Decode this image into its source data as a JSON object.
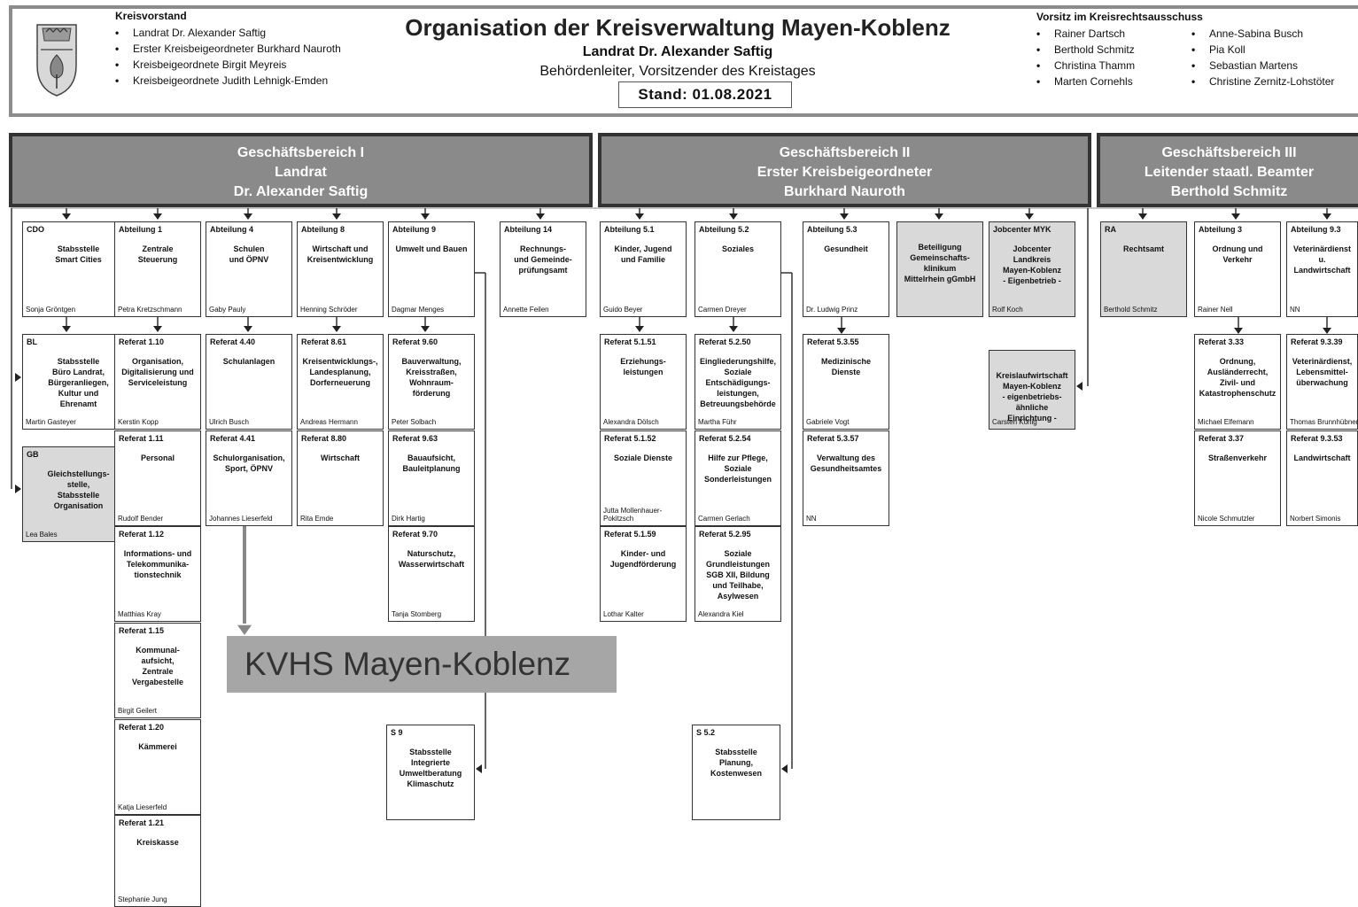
{
  "header": {
    "kreisvorstand_title": "Kreisvorstand",
    "kreisvorstand": [
      "Landrat Dr. Alexander Saftig",
      "Erster Kreisbeigeordneter Burkhard Nauroth",
      "Kreisbeigeordnete Birgit Meyreis",
      "Kreisbeigeordnete Judith Lehnigk-Emden"
    ],
    "title": "Organisation der Kreisverwaltung Mayen-Koblenz",
    "subtitle": "Landrat Dr. Alexander Saftig",
    "subtitle2": "Behördenleiter, Vorsitzender des Kreistages",
    "stand": "Stand: 01.08.2021",
    "vorsitz_title": "Vorsitz im Kreisrechtsausschuss",
    "vorsitz_col1": [
      "Rainer Dartsch",
      "Berthold Schmitz",
      "Christina Thamm",
      "Marten Cornehls"
    ],
    "vorsitz_col2": [
      "Anne-Sabina Busch",
      "Pia Koll",
      "Sebastian Martens",
      "Christine Zernitz-Lohstöter"
    ]
  },
  "kvhs": "KVHS Mayen-Koblenz",
  "gb": [
    {
      "l1": "Geschäftsbereich I",
      "l2": "Landrat",
      "l3": "Dr. Alexander Saftig"
    },
    {
      "l1": "Geschäftsbereich II",
      "l2": "Erster Kreisbeigeordneter",
      "l3": "Burkhard Nauroth"
    },
    {
      "l1": "Geschäftsbereich III",
      "l2": "Leitender staatl. Beamter",
      "l3": "Berthold Schmitz"
    }
  ],
  "boxes": [
    {
      "code": "CDO",
      "name": "Stabsstelle\nSmart Cities",
      "person": "Sonja Gröntgen"
    },
    {
      "code": "BL",
      "name": "Stabsstelle\nBüro Landrat,\nBürgeranliegen,\nKultur und\nEhrenamt",
      "person": "Martin Gasteyer"
    },
    {
      "code": "GB",
      "name": "Gleichstellungs-\nstelle,\nStabsstelle\nOrganisation",
      "person": "Lea Bales"
    },
    {
      "code": "Abteilung 1",
      "name": "Zentrale\nSteuerung",
      "person": "Petra Kretzschmann"
    },
    {
      "code": "Referat 1.10",
      "name": "Organisation,\nDigitalisierung und\nServiceleistung",
      "person": "Kerstin Kopp"
    },
    {
      "code": "Referat 1.11",
      "name": "Personal",
      "person": "Rudolf Bender"
    },
    {
      "code": "Referat 1.12",
      "name": "Informations- und\nTelekommunika-\ntionstechnik",
      "person": "Matthias Kray"
    },
    {
      "code": "Referat 1.15",
      "name": "Kommunal-\naufsicht,\nZentrale\nVergabestelle",
      "person": "Birgit Geilert"
    },
    {
      "code": "Referat 1.20",
      "name": "Kämmerei",
      "person": "Katja Lieserfeld"
    },
    {
      "code": "Referat 1.21",
      "name": "Kreiskasse",
      "person": "Stephanie Jung"
    },
    {
      "code": "Abteilung 4",
      "name": "Schulen\nund ÖPNV",
      "person": "Gaby Pauly"
    },
    {
      "code": "Referat 4.40",
      "name": "Schulanlagen",
      "person": "Ulrich Busch"
    },
    {
      "code": "Referat 4.41",
      "name": "Schulorganisation,\nSport, ÖPNV",
      "person": "Johannes Lieserfeld"
    },
    {
      "code": "Abteilung 8",
      "name": "Wirtschaft und\nKreisentwicklung",
      "person": "Henning Schröder"
    },
    {
      "code": "Referat 8.61",
      "name": "Kreisentwicklungs-,\nLandesplanung,\nDorferneuerung",
      "person": "Andreas Hermann"
    },
    {
      "code": "Referat 8.80",
      "name": "Wirtschaft",
      "person": "Rita Emde"
    },
    {
      "code": "Abteilung 9",
      "name": "Umwelt und Bauen",
      "person": "Dagmar Menges"
    },
    {
      "code": "Referat 9.60",
      "name": "Bauverwaltung,\nKreisstraßen,\nWohnraum-\nförderung",
      "person": "Peter Solbach"
    },
    {
      "code": "Referat 9.63",
      "name": "Bauaufsicht,\nBauleitplanung",
      "person": "Dirk Hartig"
    },
    {
      "code": "Referat 9.70",
      "name": "Naturschutz,\nWasserwirtschaft",
      "person": "Tanja Stomberg"
    },
    {
      "code": "S 9",
      "name": "Stabsstelle\nIntegrierte\nUmweltberatung\nKlimaschutz",
      "person": ""
    },
    {
      "code": "Abteilung 14",
      "name": "Rechnungs-\nund Gemeinde-\nprüfungsamt",
      "person": "Annette Feilen"
    },
    {
      "code": "Abteilung 5.1",
      "name": "Kinder, Jugend\nund Familie",
      "person": "Guido Beyer"
    },
    {
      "code": "Referat 5.1.51",
      "name": "Erziehungs-\nleistungen",
      "person": "Alexandra Dölsch"
    },
    {
      "code": "Referat 5.1.52",
      "name": "Soziale Dienste",
      "person": "Jutta Mollenhauer-\nPokitzsch"
    },
    {
      "code": "Referat 5.1.59",
      "name": "Kinder- und\nJugendförderung",
      "person": "Lothar Kalter"
    },
    {
      "code": "Abteilung 5.2",
      "name": "Soziales",
      "person": "Carmen Dreyer"
    },
    {
      "code": "Referat 5.2.50",
      "name": "Eingliederungshilfe,\nSoziale\nEntschädigungs-\nleistungen,\nBetreuungsbehörde",
      "person": "Martha Führ"
    },
    {
      "code": "Referat 5.2.54",
      "name": "Hilfe zur Pflege,\nSoziale\nSonderleistungen",
      "person": "Carmen Gerlach"
    },
    {
      "code": "Referat 5.2.95",
      "name": "Soziale\nGrundleistungen\nSGB XII, Bildung\nund Teilhabe,\nAsylwesen",
      "person": "Alexandra Kiel"
    },
    {
      "code": "S 5.2",
      "name": "Stabsstelle\nPlanung,\nKostenwesen",
      "person": ""
    },
    {
      "code": "Abteilung 5.3",
      "name": "Gesundheit",
      "person": "Dr. Ludwig Prinz"
    },
    {
      "code": "Referat 5.3.55",
      "name": "Medizinische\nDienste",
      "person": "Gabriele Vogt"
    },
    {
      "code": "Referat 5.3.57",
      "name": "Verwaltung des\nGesundheitsamtes",
      "person": "NN"
    },
    {
      "code": "",
      "name": "Beteiligung\nGemeinschafts-\nklinikum\nMittelrhein gGmbH",
      "person": ""
    },
    {
      "code": "Jobcenter MYK",
      "name": "Jobcenter\nLandkreis\nMayen-Koblenz\n- Eigenbetrieb -",
      "person": "Rolf Koch"
    },
    {
      "code": "",
      "name": "Kreislaufwirtschaft\nMayen-Koblenz\n- eigenbetriebs-\nähnliche\nEinrichtung -",
      "person": "Carsten König"
    },
    {
      "code": "RA",
      "name": "Rechtsamt",
      "person": "Berthold Schmitz"
    },
    {
      "code": "Abteilung 3",
      "name": "Ordnung und\nVerkehr",
      "person": "Rainer Nell"
    },
    {
      "code": "Referat 3.33",
      "name": "Ordnung,\nAusländerrecht,\nZivil- und\nKatastrophenschutz",
      "person": "Michael Elfemann"
    },
    {
      "code": "Referat 3.37",
      "name": "Straßenverkehr",
      "person": "Nicole Schmutzler"
    },
    {
      "code": "Abteilung 9.3",
      "name": "Veterinärdienst u.\nLandwirtschaft",
      "person": "NN"
    },
    {
      "code": "Referat 9.3.39",
      "name": "Veterinärdienst,\nLebensmittel-\nüberwachung",
      "person": "Thomas Brunnhübner"
    },
    {
      "code": "Referat 9.3.53",
      "name": "Landwirtschaft",
      "person": "Norbert Simonis"
    }
  ]
}
